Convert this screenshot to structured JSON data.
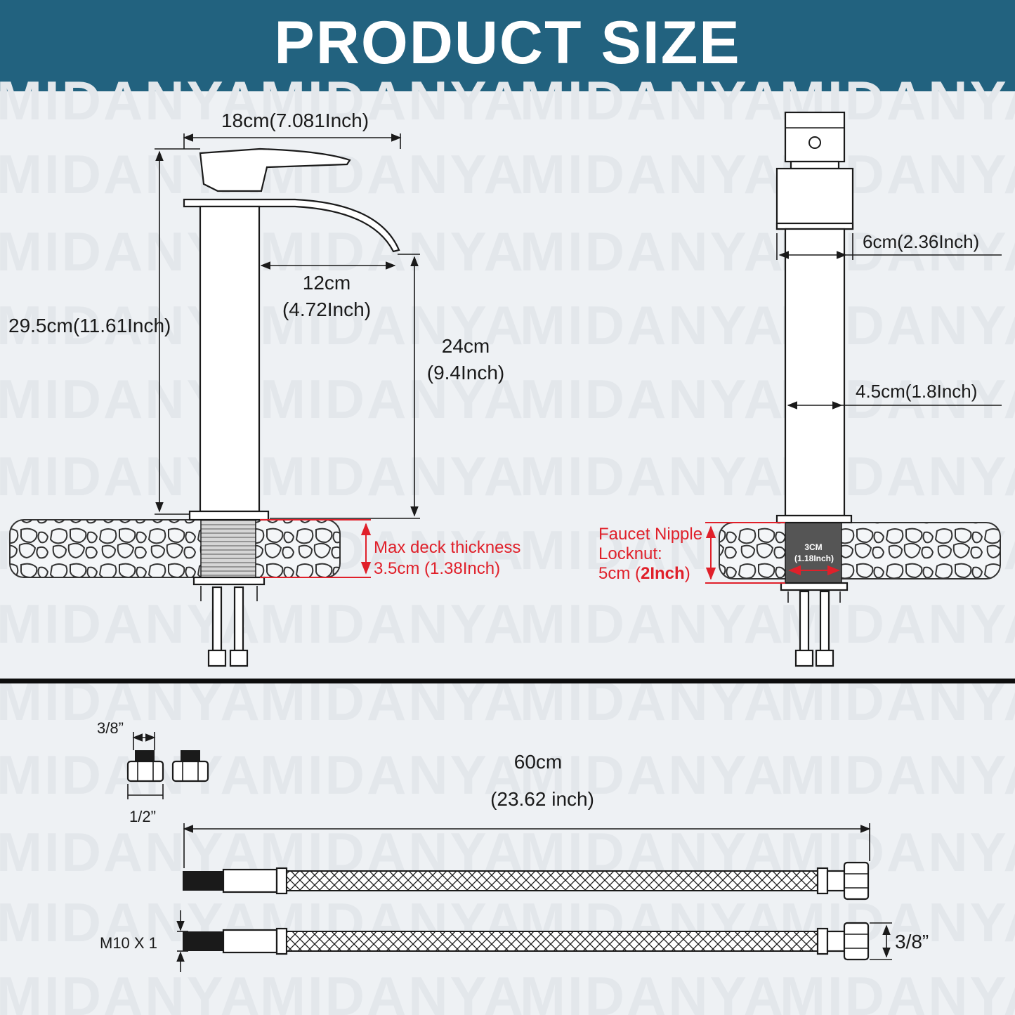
{
  "header": {
    "title": "PRODUCT SIZE",
    "color": "#22627f"
  },
  "watermark": "MIDANYA",
  "front_view": {
    "width_label": "18cm(7.081Inch)",
    "height_label": "29.5cm(11.61Inch)",
    "spout_reach_line1": "12cm",
    "spout_reach_line2": "(4.72Inch)",
    "spout_height_line1": "24cm",
    "spout_height_line2": "(9.4Inch)",
    "deck_line1": "Max deck thickness",
    "deck_line2": "3.5cm (1.38Inch)"
  },
  "side_view": {
    "base_label": "6cm(2.36Inch)",
    "body_label": "4.5cm(1.8Inch)",
    "nipple_line1": "Faucet Nipple",
    "nipple_line2": "Locknut:",
    "nipple_line3_prefix": "5cm (",
    "nipple_line3_bold": "2Inch",
    "nipple_line3_suffix": ")",
    "nipple_inner_line1": "3CM",
    "nipple_inner_line2": "(1.18Inch)"
  },
  "hoses": {
    "adapter_top": "3/8”",
    "adapter_bottom": "1/2”",
    "length_line1": "60cm",
    "length_line2": "(23.62 inch)",
    "thread_label": "M10 X 1",
    "end_label": "3/8”"
  },
  "accent_color": "#e0202a"
}
